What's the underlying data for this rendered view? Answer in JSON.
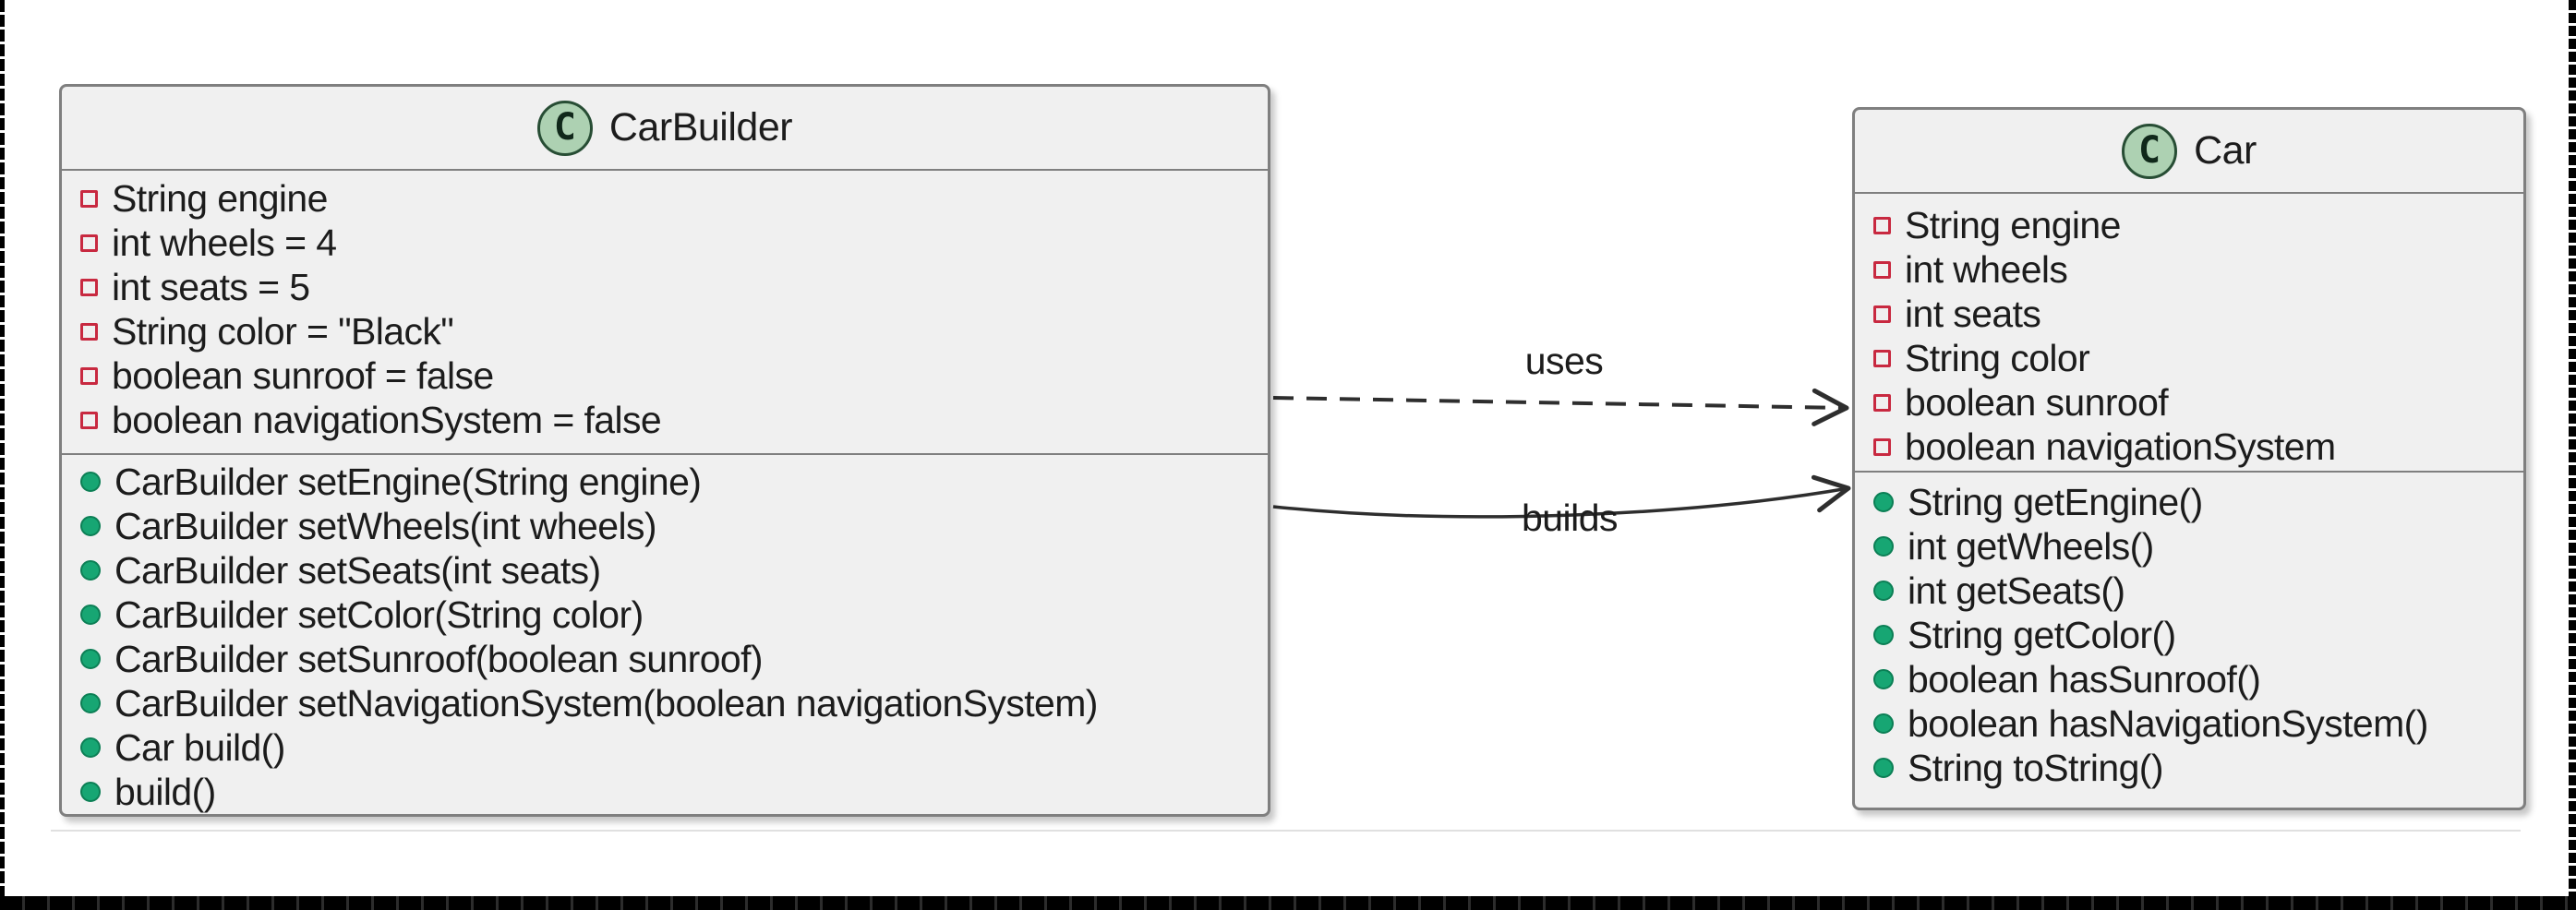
{
  "colors": {
    "text": "#1c1c1c",
    "class_fill": "#f0f0f0",
    "class_border": "#7f7f7f",
    "spot_fill": "#add1b2",
    "spot_border": "#274d34",
    "private_icon": "#c82940",
    "public_icon_fill": "#17a673",
    "public_icon_border": "#0c7f55",
    "arrow": "#2e2e2e"
  },
  "diagram": {
    "classes": [
      {
        "name": "CarBuilder",
        "icon_letter": "C",
        "attributes": [
          "String engine",
          "int wheels = 4",
          "int seats = 5",
          "String color = \"Black\"",
          "boolean sunroof = false",
          "boolean navigationSystem = false"
        ],
        "methods": [
          "CarBuilder setEngine(String engine)",
          "CarBuilder setWheels(int wheels)",
          "CarBuilder setSeats(int seats)",
          "CarBuilder setColor(String color)",
          "CarBuilder setSunroof(boolean sunroof)",
          "CarBuilder setNavigationSystem(boolean navigationSystem)",
          "Car build()",
          "build()"
        ]
      },
      {
        "name": "Car",
        "icon_letter": "C",
        "attributes": [
          "String engine",
          "int wheels",
          "int seats",
          "String color",
          "boolean sunroof",
          "boolean navigationSystem"
        ],
        "methods": [
          "String getEngine()",
          "int getWheels()",
          "int getSeats()",
          "String getColor()",
          "boolean hasSunroof()",
          "boolean hasNavigationSystem()",
          "String toString()"
        ]
      }
    ],
    "edges": [
      {
        "from": "CarBuilder",
        "to": "Car",
        "label": "uses",
        "style": "dashed"
      },
      {
        "from": "CarBuilder",
        "to": "Car",
        "label": "builds",
        "style": "solid"
      }
    ]
  }
}
